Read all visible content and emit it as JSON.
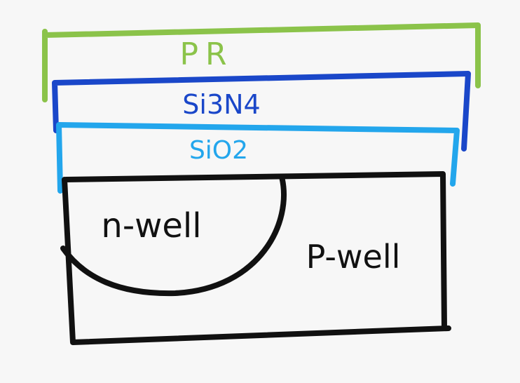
{
  "layers": [
    {
      "key": "pr",
      "label": "PR",
      "color": "#8bc34a"
    },
    {
      "key": "si3n4",
      "label": "Si3N4",
      "color": "#1a47c9"
    },
    {
      "key": "sio2",
      "label": "SiO2",
      "color": "#23a6ec"
    }
  ],
  "substrate": {
    "color": "#111111",
    "n_well_label": "n-well",
    "p_well_label": "P-well"
  },
  "background": "#f7f7f7"
}
